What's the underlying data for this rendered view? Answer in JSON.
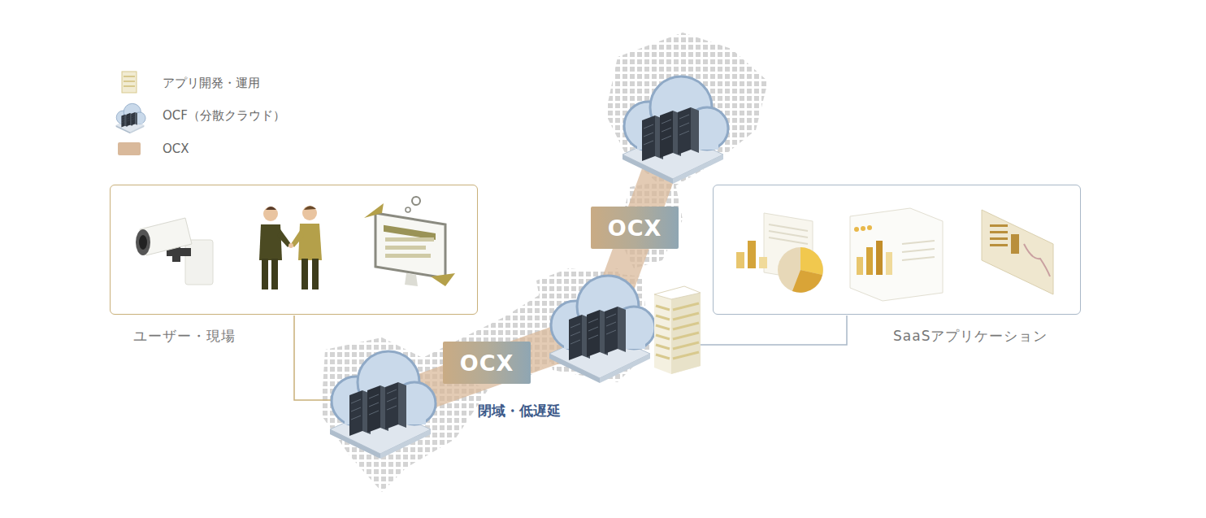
{
  "diagram": {
    "nodes": [
      {
        "text": [
          "ユーザー・現場"
        ]
      },
      {
        "text": [
          "OCX"
        ]
      },
      {
        "text": [
          "SaaSアプリケーション"
        ]
      },
      {
        "text": [
          "OCX"
        ]
      }
    ],
    "labels": [
      "閉域・低遅延"
    ],
    "legend": [
      {
        "text": "アプリ開発・運用"
      },
      {
        "text": "OCF（分散クラウド）"
      },
      {
        "text": "OCX",
        "color": "#d9b99b"
      }
    ]
  }
}
